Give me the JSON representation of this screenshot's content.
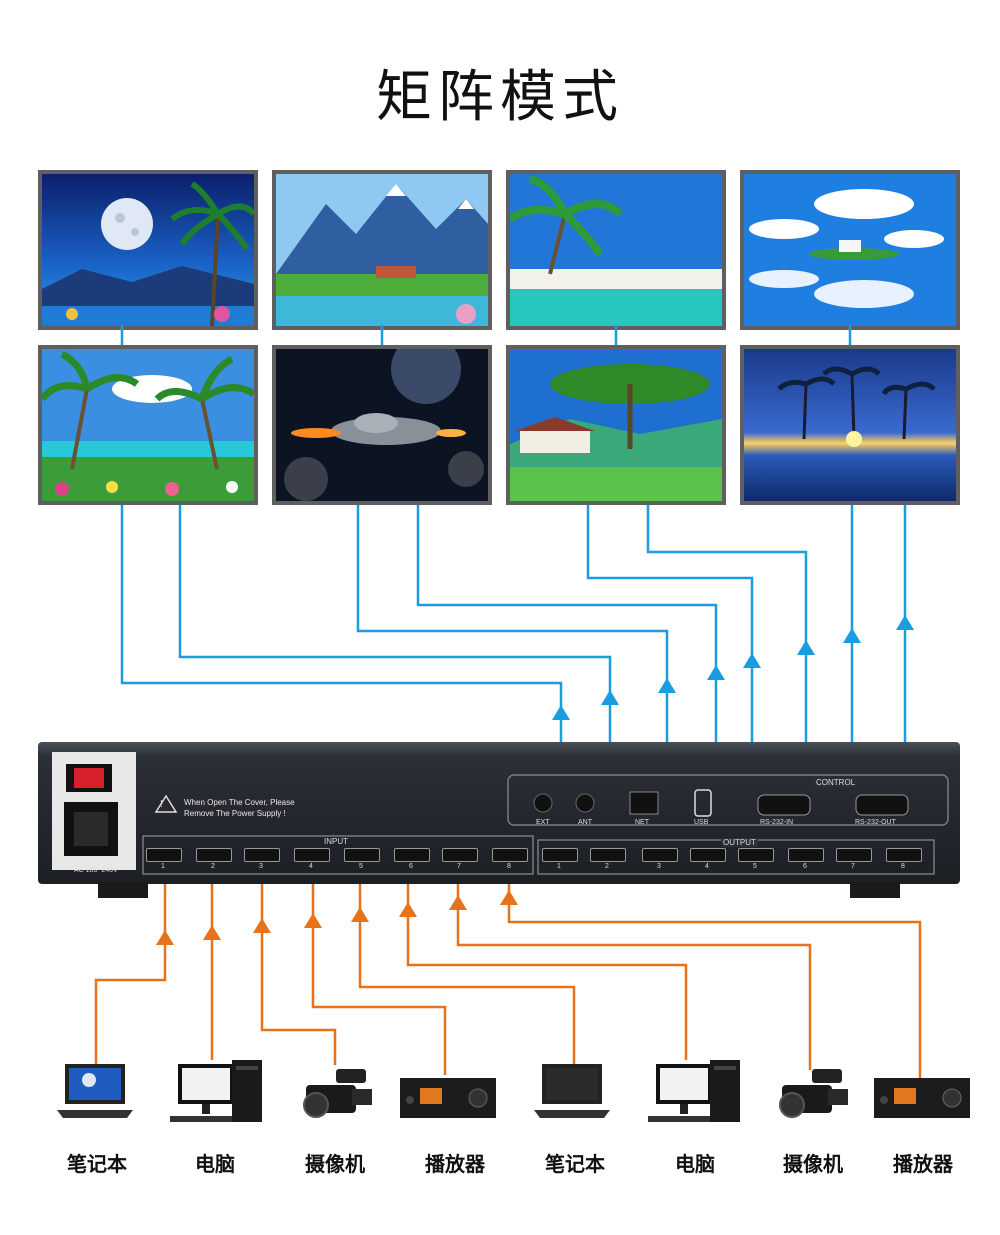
{
  "title": "矩阵模式",
  "colors": {
    "output_line": "#1a9ce0",
    "input_line": "#e8721a",
    "chassis": "#2b2f36",
    "screen_border": "#5f5f5f"
  },
  "screens": [
    {
      "name": "moonlit-palm-beach"
    },
    {
      "name": "mountain-lake-valley"
    },
    {
      "name": "palm-beach-sea"
    },
    {
      "name": "sky-reflection-island"
    },
    {
      "name": "tropical-flower-beach"
    },
    {
      "name": "spaceship-in-space"
    },
    {
      "name": "tree-and-lodge"
    },
    {
      "name": "sunset-palm-reflection"
    }
  ],
  "device": {
    "warning_line1": "When Open The Cover, Please",
    "warning_line2": "Remove The Power Supply !",
    "power_label": "AC 100~240V",
    "input_label": "INPUT",
    "output_label": "OUTPUT",
    "control_label": "CONTROL",
    "port_numbers": [
      "1",
      "2",
      "3",
      "4",
      "5",
      "6",
      "7",
      "8"
    ],
    "rear_ports": [
      "EXT",
      "ANT",
      "NET",
      "USB",
      "RS-232-IN",
      "RS-232-OUT"
    ]
  },
  "sources": [
    {
      "label": "笔记本",
      "icon": "laptop-icon"
    },
    {
      "label": "电脑",
      "icon": "desktop-pc-icon"
    },
    {
      "label": "摄像机",
      "icon": "video-camera-icon"
    },
    {
      "label": "播放器",
      "icon": "media-player-icon"
    },
    {
      "label": "笔记本",
      "icon": "laptop-icon"
    },
    {
      "label": "电脑",
      "icon": "desktop-pc-icon"
    },
    {
      "label": "摄像机",
      "icon": "video-camera-icon"
    },
    {
      "label": "播放器",
      "icon": "media-player-icon"
    }
  ]
}
